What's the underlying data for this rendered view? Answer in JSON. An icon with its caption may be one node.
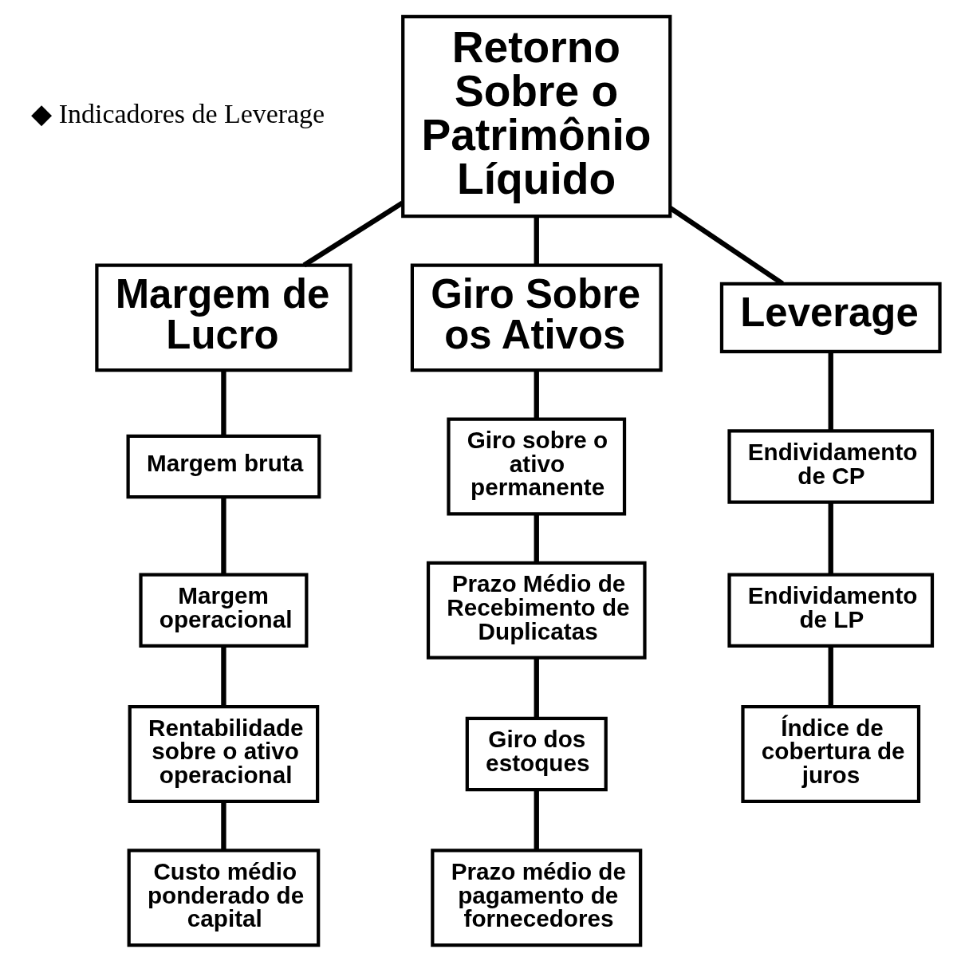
{
  "diagram": {
    "nodes": [
      {
        "text": [
          "Retorno Sobre o Patrimônio Líquido"
        ]
      },
      {
        "text": [
          "Margem de Lucro"
        ]
      },
      {
        "text": [
          "Giro Sobre os Ativos"
        ]
      },
      {
        "text": [
          "Leverage"
        ]
      },
      {
        "text": [
          "Margem bruta"
        ]
      },
      {
        "text": [
          "Margem operacional"
        ]
      },
      {
        "text": [
          "Rentabilidade sobre o ativo operacional"
        ]
      },
      {
        "text": [
          "Custo médio ponderado de capital"
        ]
      },
      {
        "text": [
          "Giro sobre o ativo permanente"
        ]
      },
      {
        "text": [
          "Prazo Médio de Recebimento de Duplicatas"
        ]
      },
      {
        "text": [
          "Giro dos estoques"
        ]
      },
      {
        "text": [
          "Prazo médio de pagamento de fornecedores"
        ]
      },
      {
        "text": [
          "Endividamento de CP"
        ]
      },
      {
        "text": [
          "Endividamento de LP"
        ]
      },
      {
        "text": [
          "Índice de cobertura de juros"
        ]
      }
    ],
    "edges": [
      {
        "from": 0,
        "to": 1,
        "arrow": "none"
      },
      {
        "from": 0,
        "to": 2,
        "arrow": "none"
      },
      {
        "from": 0,
        "to": 3,
        "arrow": "none"
      },
      {
        "from": 1,
        "to": 4,
        "arrow": "none"
      },
      {
        "from": 4,
        "to": 5,
        "arrow": "none"
      },
      {
        "from": 5,
        "to": 6,
        "arrow": "none"
      },
      {
        "from": 6,
        "to": 7,
        "arrow": "none"
      },
      {
        "from": 2,
        "to": 8,
        "arrow": "none"
      },
      {
        "from": 8,
        "to": 9,
        "arrow": "none"
      },
      {
        "from": 9,
        "to": 10,
        "arrow": "none"
      },
      {
        "from": 10,
        "to": 11,
        "arrow": "none"
      },
      {
        "from": 3,
        "to": 12,
        "arrow": "none"
      },
      {
        "from": 12,
        "to": 13,
        "arrow": "none"
      },
      {
        "from": 13,
        "to": 14,
        "arrow": "none"
      }
    ],
    "labels": [
      "◆ Indicadores de Leverage"
    ]
  }
}
